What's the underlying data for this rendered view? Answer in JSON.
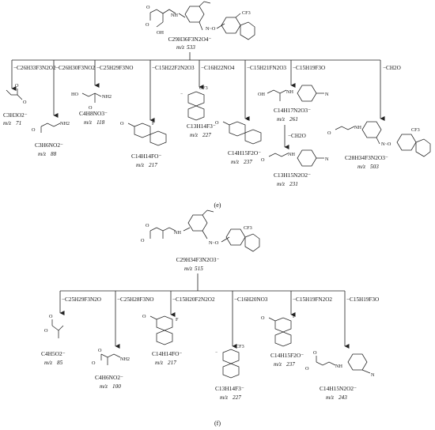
{
  "panels": [
    {
      "id": "e",
      "caption": "(e)",
      "parent": {
        "formula": "C29H36F3N2O4⁻",
        "mz_prefix": "m/z",
        "mz": "533"
      },
      "branches": [
        {
          "loss": "−C26H33F3N2O2",
          "formula": "C3H3O2⁻",
          "mz": "71"
        },
        {
          "loss": "−C26H30F3NO2",
          "formula": "C3H6NO2⁻",
          "mz": "88"
        },
        {
          "loss": "−C25H29F3NO",
          "formula": "C4H8NO3⁻",
          "mz": "118"
        },
        {
          "loss": "−C15H22F2N2O3",
          "formula": "C14H14FO⁻",
          "mz": "217"
        },
        {
          "loss": "−C16H22NO4",
          "formula": "C13H14F3⁻",
          "mz": "227"
        },
        {
          "loss": "−C15H21FN2O3",
          "formula": "C14H15F2O⁻",
          "mz": "237"
        },
        {
          "loss": "−C15H19F3O",
          "formula": "C14H17N2O3⁻",
          "mz": "261",
          "sub": {
            "loss": "−CH2O",
            "formula": "C13H15N2O2⁻",
            "mz": "231"
          }
        },
        {
          "loss": "−CH2O",
          "formula": "C28H34F3N2O3⁻",
          "mz": "503"
        }
      ]
    },
    {
      "id": "f",
      "caption": "(f)",
      "parent": {
        "formula": "C29H34F3N2O3⁻",
        "mz_prefix": "m/z",
        "mz": "515"
      },
      "branches": [
        {
          "loss": "−C25H29F3N2O",
          "formula": "C4H5O2⁻",
          "mz": "85"
        },
        {
          "loss": "−C25H28F3NO",
          "formula": "C4H6NO2⁻",
          "mz": "100"
        },
        {
          "loss": "−C15H20F2N2O2",
          "formula": "C14H14FO⁻",
          "mz": "217"
        },
        {
          "loss": "−C16H20NO3",
          "formula": "C13H14F3⁻",
          "mz": "227"
        },
        {
          "loss": "−C15H19FN2O2",
          "formula": "C14H15F2O⁻",
          "mz": "237"
        },
        {
          "loss": "−C15H19F3O",
          "formula": "C14H15N2O2⁻",
          "mz": "243"
        }
      ]
    }
  ],
  "atoms": {
    "O": "O",
    "OH": "OH",
    "HO": "HO",
    "NH": "NH",
    "NH2": "NH2",
    "N": "N",
    "CF3": "CF3",
    "F": "F",
    "CHF2": "F",
    "minus": "⁻",
    "oxime": "N~O"
  }
}
